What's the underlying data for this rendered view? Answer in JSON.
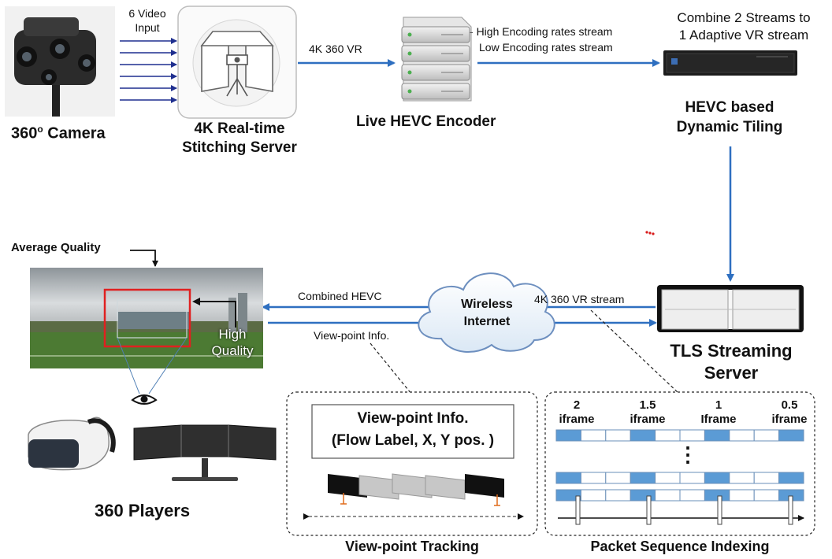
{
  "camera": {
    "label_main": "360",
    "label_deg": "o",
    "label_rest": " Camera"
  },
  "video_input": {
    "line1": "6 Video",
    "line2": "Input"
  },
  "stitching": {
    "line1": "4K Real-time",
    "line2": "Stitching Server"
  },
  "link_4k": "4K 360 VR",
  "encoder": {
    "label": "Live HEVC Encoder",
    "stream_high": "High Encoding rates stream",
    "stream_low": "Low Encoding rates stream"
  },
  "tiling": {
    "combine_line1": "Combine 2 Streams to",
    "combine_line2": "1 Adaptive VR stream",
    "line1": "HEVC based",
    "line2": "Dynamic Tiling"
  },
  "tls": {
    "line1": "TLS Streaming",
    "line2": "Server"
  },
  "cloud": {
    "line1": "Wireless",
    "line2": "Internet"
  },
  "link_combined": "Combined HEVC",
  "link_viewpoint": "View-point Info.",
  "link_vr_stream": "4K 360 VR stream",
  "panorama": {
    "average_label": "Average Quality",
    "high_line1": "High",
    "high_line2": "Quality"
  },
  "players_label": "360 Players",
  "tracking": {
    "box_line1": "View-point Info.",
    "box_line2": "(Flow Label, X, Y pos. )",
    "caption": "View-point Tracking"
  },
  "indexing": {
    "caption": "Packet Sequence Indexing",
    "columns": [
      {
        "num": "2",
        "type": "iframe"
      },
      {
        "num": "1.5",
        "type": "iframe"
      },
      {
        "num": "1",
        "type": "Iframe"
      },
      {
        "num": "0.5",
        "type": "iframe"
      }
    ],
    "ellipsis": "⋮"
  },
  "colors": {
    "arrow": "#2e6fc0",
    "tile_blue": "#5b9bd5",
    "quality_red": "#e02020"
  }
}
